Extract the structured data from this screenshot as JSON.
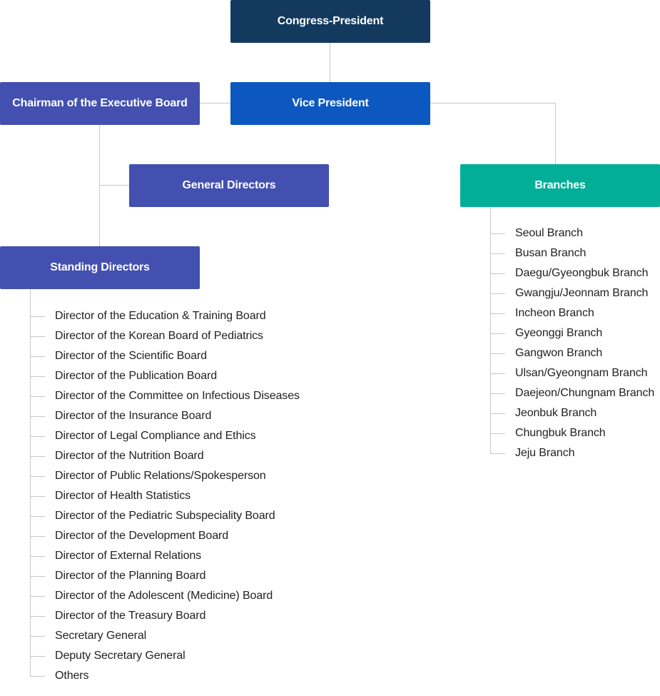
{
  "nodes": {
    "congress_president": "Congress-President",
    "vice_president": "Vice President",
    "chairman": "Chairman of the Executive Board",
    "general_directors": "General Directors",
    "standing_directors": "Standing Directors",
    "branches": "Branches"
  },
  "colors": {
    "congress_president": "#14395f",
    "vice_president": "#0d58c0",
    "board": "#4350b0",
    "branches": "#03ae98",
    "connector": "#c8c8c8"
  },
  "standing_directors_list": [
    "Director of the Education & Training Board",
    "Director of the Korean Board of Pediatrics",
    "Director of the Scientific Board",
    "Director of the Publication Board",
    "Director of the Committee on Infectious Diseases",
    "Director of the Insurance Board",
    "Director of Legal Compliance and Ethics",
    "Director of the Nutrition Board",
    "Director of Public Relations/Spokesperson",
    "Director of Health Statistics",
    "Director of the Pediatric Subspeciality Board",
    "Director of the Development Board",
    "Director of External Relations",
    "Director of the Planning Board",
    "Director of the Adolescent (Medicine) Board",
    "Director of the Treasury Board",
    "Secretary General",
    "Deputy Secretary General",
    "Others"
  ],
  "branches_list": [
    "Seoul Branch",
    "Busan Branch",
    "Daegu/Gyeongbuk Branch",
    "Gwangju/Jeonnam Branch",
    "Incheon Branch",
    "Gyeonggi Branch",
    "Gangwon Branch",
    "Ulsan/Gyeongnam Branch",
    "Daejeon/Chungnam Branch",
    "Jeonbuk Branch",
    "Chungbuk Branch",
    "Jeju Branch"
  ]
}
